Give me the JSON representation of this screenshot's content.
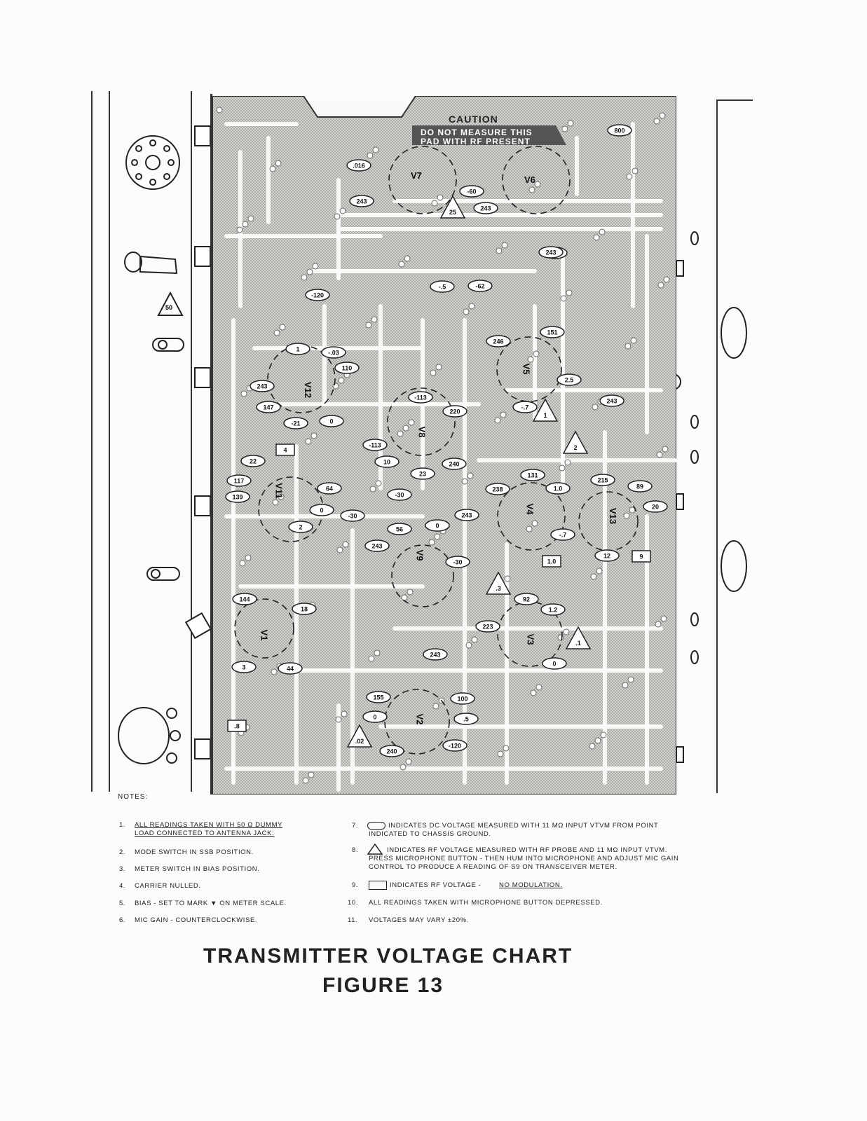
{
  "caution": {
    "title": "CAUTION",
    "line1": "DO NOT MEASURE THIS",
    "line2": "PAD WITH RF PRESENT"
  },
  "tubes": [
    "V7",
    "V6",
    "V12",
    "V8",
    "V5",
    "V11",
    "V4",
    "V13",
    "V9",
    "V3",
    "V1",
    "V2"
  ],
  "dc_readings": [
    ".016",
    "243",
    "-60",
    "243",
    "800",
    "243",
    "243",
    "-.5",
    "-62",
    "-120",
    "1",
    "-.03",
    "110",
    "243",
    "147",
    "-21",
    "0",
    "246",
    "151",
    "2.5",
    "-.7",
    "243",
    "-113",
    "220",
    "-113",
    "10",
    "23",
    "240",
    "22",
    "117",
    "139",
    "64",
    "0",
    "2",
    "-30",
    "-30",
    "56",
    "0",
    "243",
    "243",
    "-30",
    "238",
    "131",
    "1.0",
    "-.7",
    "215",
    "89",
    "20",
    "12",
    "92",
    "1.2",
    "223",
    "0",
    "144",
    "18",
    "3",
    "44",
    "243",
    "155",
    "100",
    ".5",
    "0",
    "240",
    "-120"
  ],
  "rf_probe_readings": [
    "25",
    "50",
    "1",
    "2",
    ".3",
    ".1",
    ".02"
  ],
  "rf_box_readings": [
    "4",
    "1.0",
    "9",
    ".8"
  ],
  "notes_heading": "NOTES:",
  "notes": [
    {
      "num": "1.",
      "line1": "ALL READINGS TAKEN WITH 50 Ω DUMMY",
      "line2": "LOAD CONNECTED TO ANTENNA JACK."
    },
    {
      "num": "2.",
      "line1": "MODE SWITCH IN SSB POSITION.",
      "line2": ""
    },
    {
      "num": "3.",
      "line1": "METER SWITCH IN BIAS POSITION.",
      "line2": ""
    },
    {
      "num": "4.",
      "line1": "CARRIER NULLED.",
      "line2": ""
    },
    {
      "num": "5.",
      "line1": "BIAS - SET TO MARK ▼ ON METER SCALE.",
      "line2": ""
    },
    {
      "num": "6.",
      "line1": "MIC GAIN - COUNTERCLOCKWISE.",
      "line2": ""
    },
    {
      "num": "7.",
      "line1": "INDICATES DC VOLTAGE MEASURED WITH 11 MΩ INPUT VTVM FROM POINT",
      "line2": "INDICATED TO CHASSIS GROUND."
    },
    {
      "num": "8.",
      "line1": "INDICATES RF VOLTAGE MEASURED WITH RF PROBE AND 11 MΩ INPUT VTVM.",
      "line2": "PRESS MICROPHONE BUTTON - THEN HUM INTO MICROPHONE AND ADJUST MIC GAIN",
      "line3": "CONTROL TO PRODUCE A READING OF S9 ON TRANSCEIVER METER."
    },
    {
      "num": "9.",
      "line1": "INDICATES RF VOLTAGE - ",
      "line1b": "NO MODULATION."
    },
    {
      "num": "10.",
      "line1": "ALL READINGS TAKEN WITH MICROPHONE BUTTON DEPRESSED.",
      "line2": ""
    },
    {
      "num": "11.",
      "line1": "VOLTAGES MAY VARY ±20%.",
      "line2": ""
    }
  ],
  "title": "TRANSMITTER VOLTAGE CHART",
  "subtitle": "FIGURE 13"
}
